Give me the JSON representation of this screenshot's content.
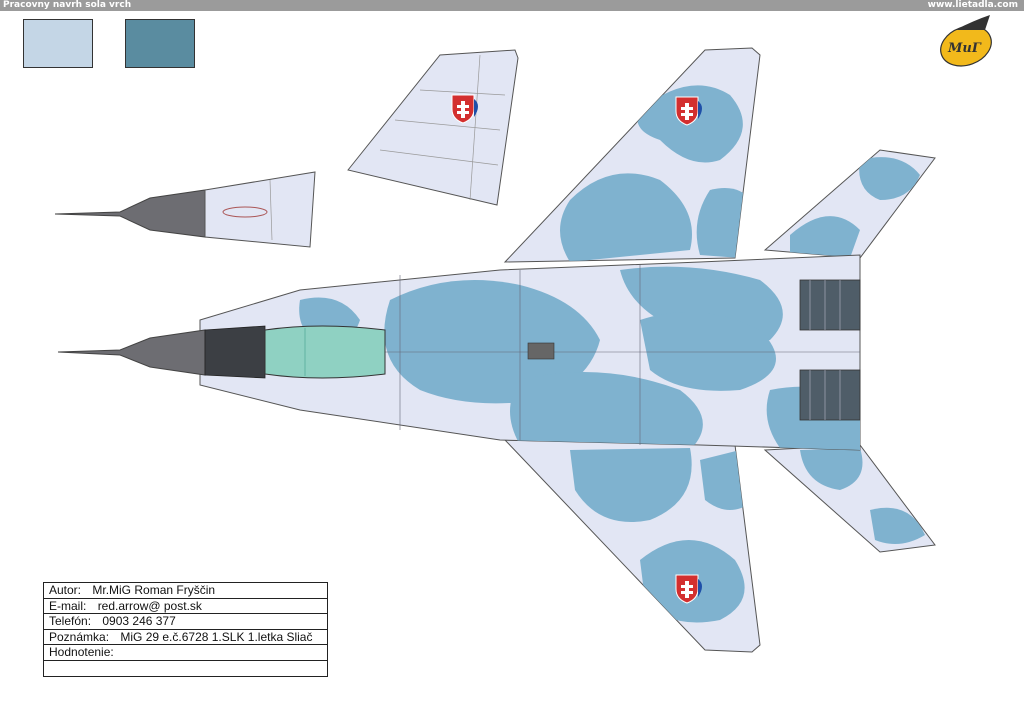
{
  "header": {
    "title": "Pracovny navrh sola vrch",
    "site": "www.lietadla.com"
  },
  "palette": {
    "light": "#c4d6e6",
    "dark": "#5a8ca0",
    "camo_light": "#e2e6f4",
    "camo_blue": "#7fb2cf",
    "radome": "#6d6d72",
    "canopy": "#8fd1c2"
  },
  "logo": {
    "icon": "mig-logo-icon",
    "text": "МиГ"
  },
  "insignia": {
    "icon": "slovak-coat-of-arms-icon"
  },
  "info_card": {
    "author_label": "Autor:",
    "author_value": "Mr.MiG  Roman Fryščin",
    "email_label": "E-mail:",
    "email_value": "red.arrow@ post.sk",
    "phone_label": "Telefón:",
    "phone_value": "0903 246 377",
    "note_label": "Poznámka:",
    "note_value": "MiG 29 e.č.6728 1.SLK 1.letka Sliač",
    "rating_label": "Hodnotenie:",
    "rating_value": ""
  }
}
